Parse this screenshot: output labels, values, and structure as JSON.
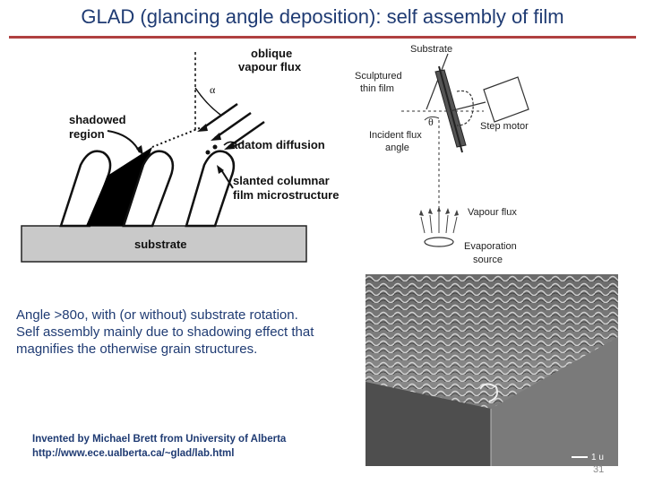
{
  "slide": {
    "title": "GLAD (glancing angle deposition): self assembly of film",
    "number": "31"
  },
  "schematic": {
    "alpha": "α",
    "oblique_line1": "oblique",
    "oblique_line2": "vapour flux",
    "shadowed_line1": "shadowed",
    "shadowed_line2": "region",
    "adatom": "adatom diffusion",
    "slanted_line1": "slanted columnar",
    "slanted_line2": "film microstructure",
    "substrate": "substrate"
  },
  "apparatus": {
    "substrate": "Substrate",
    "sculptured_line1": "Sculptured",
    "sculptured_line2": "thin film",
    "theta": "θ",
    "step_motor": "Step motor",
    "incident_line1": "Incident flux",
    "incident_line2": "angle",
    "vapour_flux": "Vapour flux",
    "evaporation_line1": "Evaporation",
    "evaporation_line2": "source"
  },
  "sem": {
    "scale_bar": "1 u"
  },
  "body": {
    "line1": "Angle >80o, with (or without) substrate rotation.",
    "line2": "Self assembly mainly due to shadowing effect that",
    "line3": "magnifies the otherwise grain structures."
  },
  "credit": {
    "line1": "Invented by Michael Brett from University of Alberta",
    "line2": "http://www.ece.ualberta.ca/~glad/lab.html"
  }
}
